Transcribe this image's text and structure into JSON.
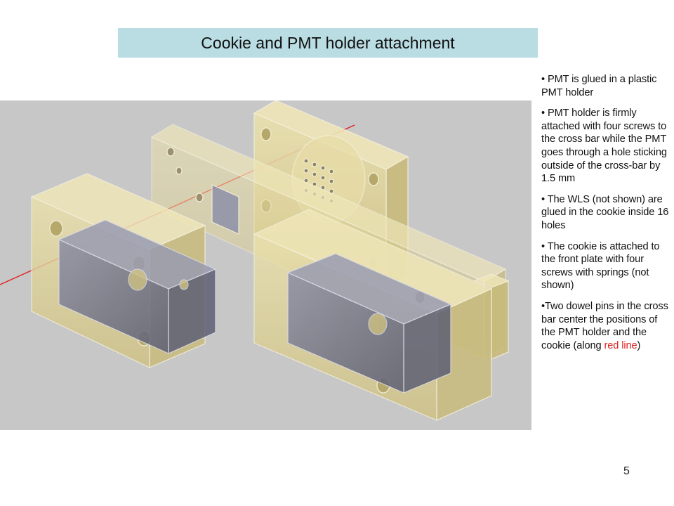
{
  "slide": {
    "title": "Cookie and PMT holder attachment",
    "page_number": "5"
  },
  "bullets": [
    {
      "text": "• PMT is glued in a plastic PMT holder"
    },
    {
      "text": "• PMT holder is firmly attached with four screws to the  cross bar while the PMT goes through a hole sticking outside of the cross-bar by 1.5 mm"
    },
    {
      "text": "• The WLS (not shown) are glued in the cookie inside 16 holes"
    },
    {
      "text": "• The cookie is attached to the front plate with four screws with springs (not shown)"
    },
    {
      "text_before": "•Two dowel pins in the cross bar center the positions of the PMT holder and the cookie (along ",
      "red_text": "red line",
      "text_after": ")"
    }
  ],
  "figure": {
    "kind": "3D CAD rendering of cookie, PMT holder and cross bar assembly",
    "colors": {
      "background": "#c7c7c7",
      "yellow_part": "#e3d69a",
      "yellow_edge": "#ffffff",
      "holder_part": "#75778f",
      "axis_line": "#e21f1f"
    }
  }
}
